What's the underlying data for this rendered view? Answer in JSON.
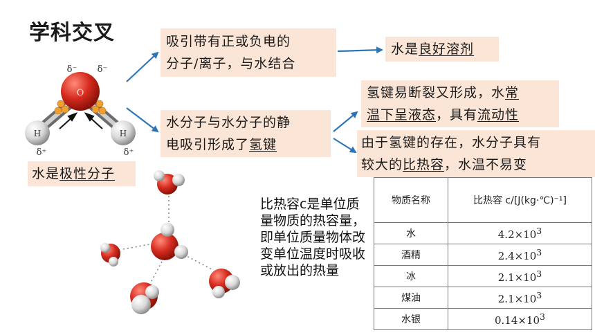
{
  "title": "学科交叉",
  "molecule": {
    "delta_minus_1": "δ⁻",
    "delta_minus_2": "δ⁻",
    "delta_plus_1": "δ⁺",
    "delta_plus_2": "δ⁺",
    "atom_o": "O",
    "atom_h1": "H",
    "atom_h2": "H"
  },
  "polar_box": {
    "prefix": "水是",
    "underlined": "极性分子"
  },
  "box_attract": {
    "line1": "吸引带有正或负电的",
    "line2": "分子/离子，与水结合"
  },
  "box_solvent": {
    "prefix": "水是",
    "underlined": "良好溶剂"
  },
  "box_static": {
    "line1": "水分子与水分子的静",
    "line2_prefix": "电吸引形成了",
    "line2_underlined": "氢键"
  },
  "box_liquid": {
    "line1_prefix": "氢键易断裂又形成，水",
    "line1_underlined": "常",
    "line2_underlined": "温下呈液态",
    "line2_mid": "，具有",
    "line2_underlined2": "流动性"
  },
  "box_heat": {
    "line1": "由于氢键的存在，水分子具有",
    "line2_prefix": "较大的",
    "line2_underlined": "比热容",
    "line2_suffix": "，水温不易变"
  },
  "description": "比热容c是单位质量物质的热容量，即单位质量物体改变单位温度时吸收或放出的热量",
  "table": {
    "header_name": "物质名称",
    "header_value": "比热容 c/[J(kg·℃)⁻¹]",
    "rows": [
      {
        "name": "水",
        "mantissa": "4.2×10",
        "exp": "3"
      },
      {
        "name": "酒精",
        "mantissa": "2.4×10",
        "exp": "3"
      },
      {
        "name": "冰",
        "mantissa": "2.1×10",
        "exp": "3"
      },
      {
        "name": "煤油",
        "mantissa": "2.1×10",
        "exp": "3"
      },
      {
        "name": "水银",
        "mantissa": "0.14×10",
        "exp": "3"
      }
    ]
  },
  "colors": {
    "box_bg": "#fbe5d6",
    "arrow": "#2e75b6",
    "oxygen": "#d62b1f",
    "lone_pair": "#f0a030"
  }
}
